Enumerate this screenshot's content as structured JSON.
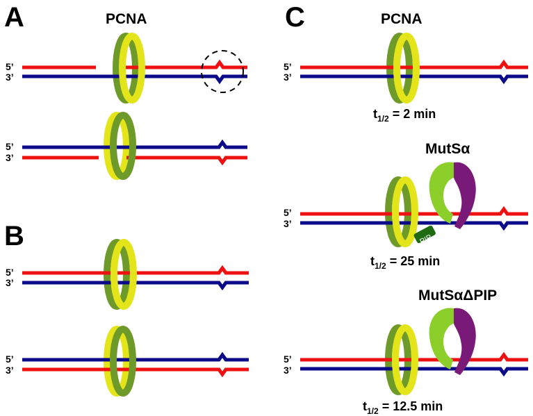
{
  "panels": {
    "a": {
      "letter": "A",
      "title": "PCNA",
      "top": {
        "five": "5’",
        "three": "3’"
      },
      "bottom": {
        "five": "5’",
        "three": "3’"
      }
    },
    "b": {
      "letter": "B",
      "top": {
        "five": "5’",
        "three": "3’"
      },
      "bottom": {
        "five": "5’",
        "three": "3’"
      }
    },
    "c": {
      "letter": "C",
      "title": "PCNA",
      "row1": {
        "five": "5’",
        "three": "3’",
        "t_prefix": "t",
        "t_sub": "1/2",
        "t_value": " = 2 min"
      },
      "row2": {
        "protein": "MutSα",
        "five": "5’",
        "three": "3’",
        "pip": "PIP",
        "t_prefix": "t",
        "t_sub": "1/2",
        "t_value": " = 25 min"
      },
      "row3": {
        "protein": "MutSαΔPIP",
        "five": "5’",
        "three": "3’",
        "t_prefix": "t",
        "t_sub": "1/2",
        "t_value": " = 12.5 min"
      }
    }
  },
  "colors": {
    "red_strand": "#ee1111",
    "blue_strand": "#0b0b8a",
    "ring_yellow": "#e4e41a",
    "ring_green": "#6e9a2a",
    "mutS_green": "#8ccf2a",
    "mutS_purple": "#7a1a78",
    "pip_green": "#1f6b12"
  }
}
